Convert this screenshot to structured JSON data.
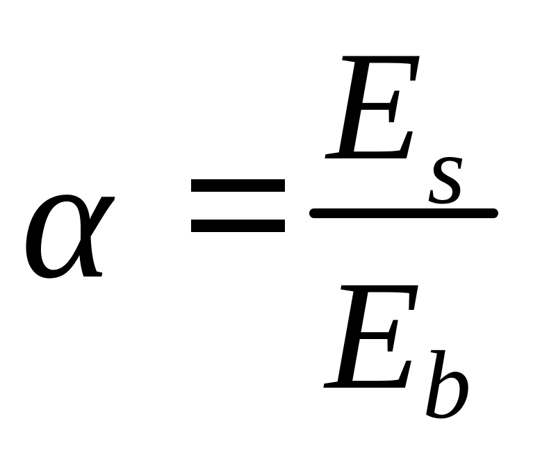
{
  "formula": {
    "lhs": "α",
    "equals": "=",
    "numerator": {
      "symbol": "E",
      "subscript": "s"
    },
    "denominator": {
      "symbol": "E",
      "subscript": "b"
    }
  }
}
